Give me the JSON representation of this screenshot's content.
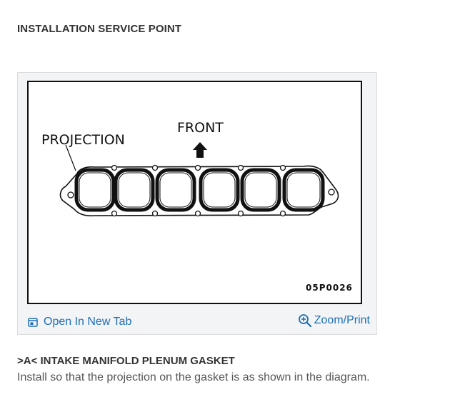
{
  "page": {
    "heading": "INSTALLATION SERVICE POINT",
    "subheading": ">A< INTAKE MANIFOLD PLENUM GASKET",
    "body": "Install so that the projection on the gasket is as shown in the diagram."
  },
  "figure": {
    "labels": {
      "projection": "PROJECTION",
      "front": "FRONT",
      "code": "05P0026"
    },
    "icons": {
      "arrow": "arrow-up-icon",
      "open": "open-in-new-tab-icon",
      "zoom": "zoom-in-icon"
    },
    "open_tab_label": "Open In New Tab",
    "zoom_label": "Zoom/Print"
  },
  "colors": {
    "link": "#1f6fb6",
    "text": "#333333",
    "card_background": "#f3f4f6"
  }
}
